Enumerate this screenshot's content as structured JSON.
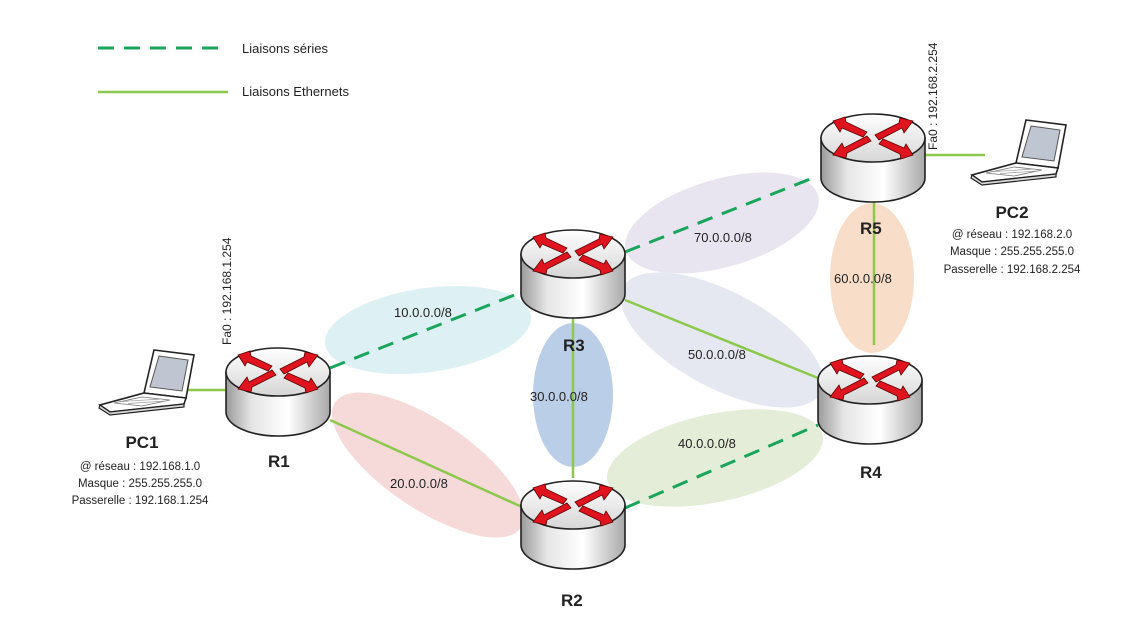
{
  "legend": {
    "serial_label": "Liaisons séries",
    "ethernet_label": "Liaisons Ethernets"
  },
  "colors": {
    "serial": "#1aa55a",
    "ethernet": "#8cc84b",
    "router_arrow": "#e0141e"
  },
  "routers": {
    "r1": "R1",
    "r2": "R2",
    "r3": "R3",
    "r4": "R4",
    "r5": "R5"
  },
  "networks": {
    "n10": "10.0.0.0/8",
    "n20": "20.0.0.0/8",
    "n30": "30.0.0.0/8",
    "n40": "40.0.0.0/8",
    "n50": "50.0.0.0/8",
    "n60": "60.0.0.0/8",
    "n70": "70.0.0.0/8"
  },
  "pc1": {
    "name": "PC1",
    "interface": "Fa0 : 192.168.1.254",
    "reseau": "@ réseau : 192.168.1.0",
    "masque": "Masque : 255.255.255.0",
    "passerelle": "Passerelle : 192.168.1.254"
  },
  "pc2": {
    "name": "PC2",
    "interface": "Fa0 : 192.168.2.254",
    "reseau": "@ réseau : 192.168.2.0",
    "masque": "Masque : 255.255.255.0",
    "passerelle": "Passerelle : 192.168.2.254"
  }
}
